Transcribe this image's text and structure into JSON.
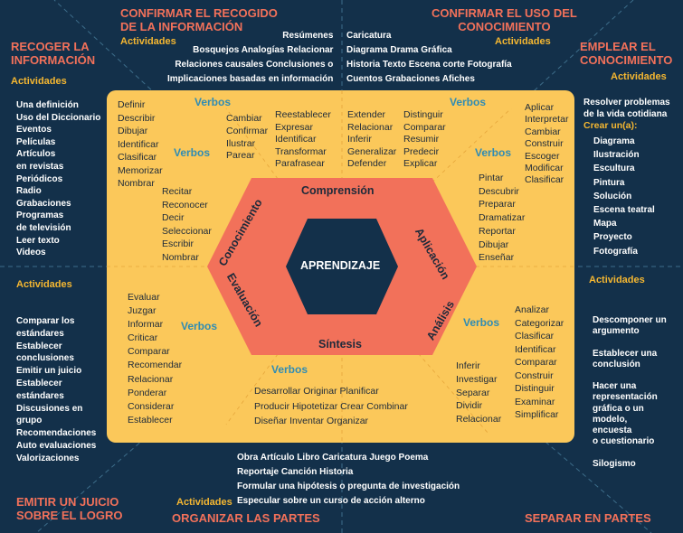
{
  "center": "APRENDIZAJE",
  "hex_labels": {
    "comprension": "Comprensión",
    "aplicacion": "Aplicación",
    "analisis": "Análisis",
    "sintesis": "Síntesis",
    "evaluacion": "Evaluación",
    "conocimiento": "Conocimiento"
  },
  "headings": {
    "recoger": "RECOGER LA\nINFORMACIÓN",
    "confirmar_recogido": "CONFIRMAR EL RECOGIDO\nDE LA INFORMACIÓN",
    "confirmar_uso": "CONFIRMAR EL USO DEL\nCONOCIMIENTO",
    "emplear": "EMPLEAR EL\nCONOCIMIENTO",
    "emitir": "EMITIR UN JUICIO\nSOBRE EL LOGRO",
    "organizar": "ORGANIZAR LAS PARTES",
    "separar": "SEPARAR EN PARTES"
  },
  "activities_label": "Actividades",
  "verbs_label": "Verbos",
  "activities": {
    "recoger": [
      "Una definición",
      "Uso del Diccionario",
      "Eventos",
      "Películas",
      "Artículos",
      "en revistas",
      "Periódicos",
      "Radio",
      "Grabaciones",
      "Programas",
      "de televisión",
      "Leer texto",
      "Videos"
    ],
    "confirmar_recogido": [
      "Resúmenes",
      "Bosquejos  Analogías  Relacionar",
      "Relaciones causales   Conclusiones o",
      "Implicaciones basadas en información"
    ],
    "confirmar_uso": [
      "Caricatura",
      "Diagrama   Drama  Gráfica",
      "Historia    Texto   Escena corte  Fotografía",
      "Cuentos   Grabaciones     Afiches"
    ],
    "emplear_intro": "Resolver problemas\nde la vida cotidiana",
    "emplear_crear": "Crear un(a):",
    "emplear": [
      "Diagrama",
      "Ilustración",
      "Escultura",
      "Pintura",
      "Solución",
      "Escena teatral",
      "Mapa",
      "Proyecto",
      "Fotografía"
    ],
    "emitir": [
      "Comparar los",
      "estándares",
      "Establecer",
      "conclusiones",
      "Emitir un juicio",
      "Establecer",
      "estándares",
      "Discusiones en",
      "grupo",
      "Recomendaciones",
      "Auto evaluaciones",
      "Valorizaciones"
    ],
    "separar": [
      "Descomponer un",
      "argumento",
      "",
      "Establecer una",
      "conclusión",
      "",
      "Hacer una",
      "representación",
      "gráfica o un",
      "modelo,",
      "encuesta",
      "o cuestionario",
      "",
      "Silogismo"
    ],
    "organizar": [
      "Obra    Artículo   Libro   Caricatura   Juego  Poema",
      "Reportaje          Canción          Historia",
      "Formular una hipótesis o pregunta de investigación",
      "Especular sobre un curso de acción alterno"
    ]
  },
  "verbs": {
    "conocimiento_a": [
      "Definir",
      "Describir",
      "Dibujar",
      "Identificar",
      "Clasificar",
      "Memorizar",
      "Nombrar"
    ],
    "conocimiento_b": [
      "Recitar",
      "Reconocer",
      "Decir",
      "Seleccionar",
      "Escribir",
      "Nombrar"
    ],
    "comprension_a": [
      "Cambiar",
      "Confirmar",
      "Ilustrar",
      "Parear"
    ],
    "comprension_b": [
      "Reestablecer",
      "Expresar",
      "Identificar",
      "Transformar",
      "Parafrasear"
    ],
    "comprension_c": [
      "Extender",
      "Relacionar",
      "Inferir",
      "Generalizar",
      "Defender"
    ],
    "comprension_d": [
      "Distinguir",
      "Comparar",
      "Resumir",
      "Predecir",
      "Explicar"
    ],
    "aplicacion_a": [
      "Aplicar",
      "Interpretar",
      "Cambiar",
      "Construir",
      "Escoger",
      "Modificar",
      "Clasificar"
    ],
    "aplicacion_b": [
      "Pintar",
      "Descubrir",
      "Preparar",
      "Dramatizar",
      "Reportar",
      "Dibujar",
      "Enseñar"
    ],
    "analisis_a": [
      "Inferir",
      "Investigar",
      "Separar",
      "Dividir",
      "Relacionar"
    ],
    "analisis_b": [
      "Analizar",
      "Categorizar",
      "Clasificar",
      "Identificar",
      "Comparar",
      "Construir",
      "Distinguir",
      "Examinar",
      "Simplificar"
    ],
    "sintesis_a": [
      "Desarrollar     Originar    Planificar",
      "Producir  Hipotetizar  Crear  Combinar",
      "Diseñar        Inventar     Organizar"
    ],
    "evaluacion": [
      "Evaluar",
      "Juzgar",
      "Informar",
      "Criticar",
      "Comparar",
      "Recomendar",
      "Relacionar",
      "Ponderar",
      "Considerar",
      "Establecer"
    ]
  },
  "colors": {
    "background": "#13304a",
    "panel": "#fbc85a",
    "hexagon": "#f2715a",
    "core": "#13304a",
    "heading": "#f2715a",
    "activity": "#f5b731",
    "verb": "#2f8cb4"
  }
}
